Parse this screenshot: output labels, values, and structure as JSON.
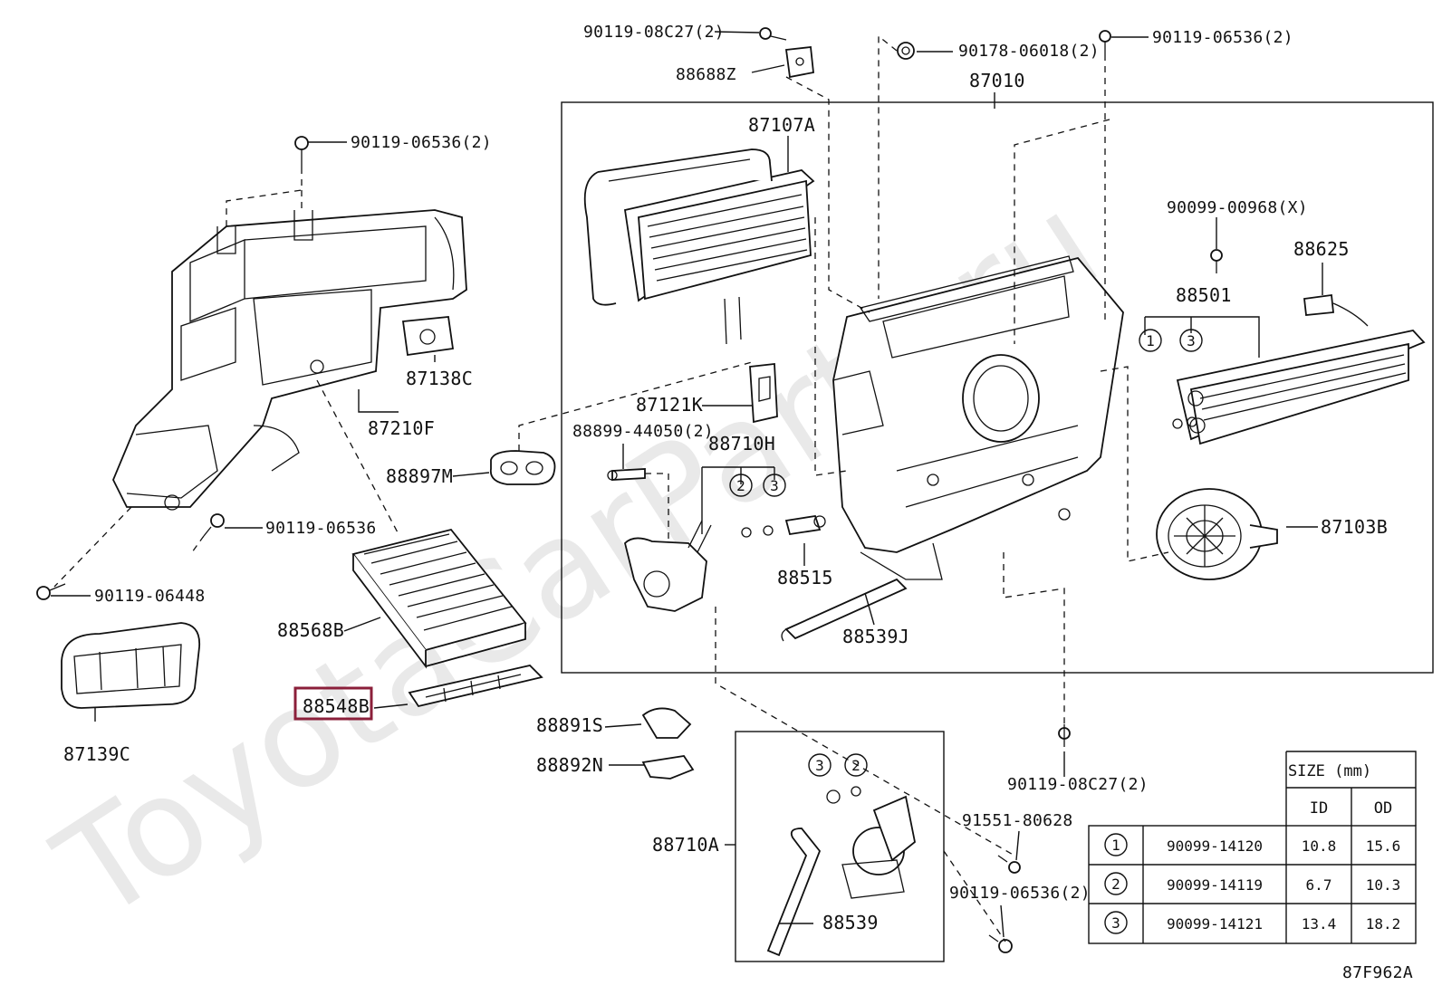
{
  "diagram_code": "87F962A",
  "watermark": "ToyotaCarParts.ru",
  "highlighted_part": "88548B",
  "labels": {
    "p1": "90119-08C27(2)",
    "p2": "88688Z",
    "p3": "90178-06018(2)",
    "p4": "90119-06536(2)",
    "p5": "87010",
    "p6": "90119-06536(2)",
    "p7": "87107A",
    "p8": "90099-00968(X)",
    "p9": "88625",
    "p10": "88501",
    "p11": "87138C",
    "p12": "87210F",
    "p13": "87121K",
    "p14": "88899-44050(2)",
    "p15": "88710H",
    "p16": "88897M",
    "p17": "90119-06536",
    "p18": "87103B",
    "p19": "88515",
    "p20": "90119-06448",
    "p21": "88568B",
    "p22": "88539J",
    "p23": "88548B",
    "p24": "87139C",
    "p25": "88891S",
    "p26": "88892N",
    "p27": "90119-08C27(2)",
    "p28": "91551-80628",
    "p29": "88710A",
    "p30": "90119-06536(2)",
    "p31": "88539"
  },
  "circle_marks": {
    "c1": "1",
    "c2": "3",
    "c3": "2",
    "c4": "3",
    "c5": "3",
    "c6": "2"
  },
  "size_table": {
    "header_group": "SIZE (mm)",
    "col_id": "ID",
    "col_od": "OD",
    "rows": [
      {
        "mark": "1",
        "part": "90099-14120",
        "id": "10.8",
        "od": "15.6"
      },
      {
        "mark": "2",
        "part": "90099-14119",
        "id": "6.7",
        "od": "10.3"
      },
      {
        "mark": "3",
        "part": "90099-14121",
        "id": "13.4",
        "od": "18.2"
      }
    ]
  }
}
